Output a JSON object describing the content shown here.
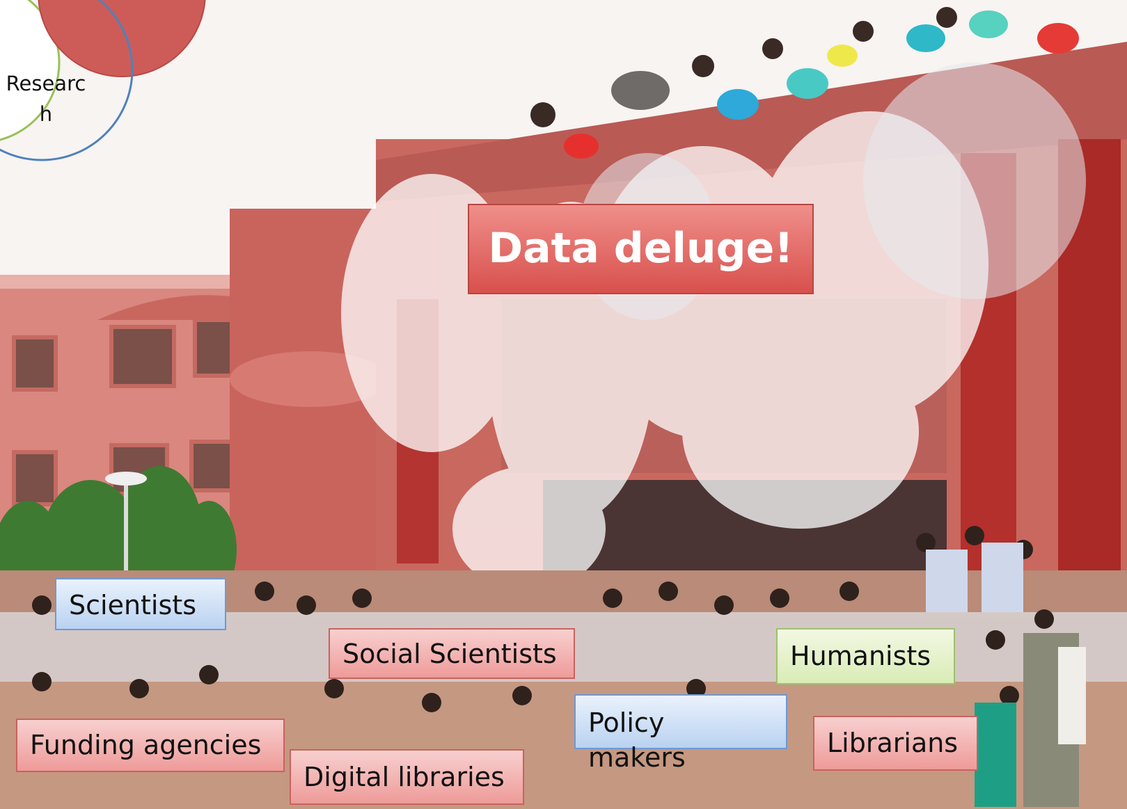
{
  "diagram": {
    "circle_label": "Researc\nh"
  },
  "title": "Data deluge!",
  "labels": {
    "scientists": "Scientists",
    "social_scientists": "Social Scientists",
    "humanists": "Humanists",
    "funding_agencies": "Funding agencies",
    "digital_libraries": "Digital libraries",
    "policy_makers": "Policy makers",
    "librarians": "Librarians"
  },
  "colors": {
    "red_label": "#ee9b99",
    "blue_label": "#b9d2f1",
    "green_label": "#d9ecb6",
    "title_fill": "#d8504d",
    "building": "#d77a72"
  }
}
